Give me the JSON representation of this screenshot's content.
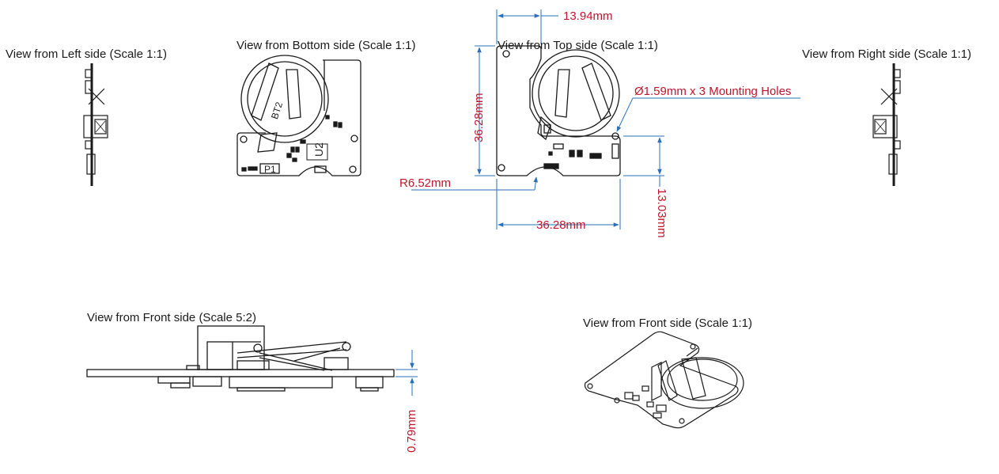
{
  "colors": {
    "line": "#1a1a1a",
    "dimension_line": "#2b6fb8",
    "dimension_text": "#c0152b",
    "label_text": "#1a1a1a"
  },
  "views": {
    "left": "View from Left side (Scale 1:1)",
    "bottom": "View from Bottom side (Scale 1:1)",
    "top": "View from Top side (Scale 1:1)",
    "right": "View from Right side (Scale 1:1)",
    "front_52": "View from Front side (Scale 5:2)",
    "front_11": "View from Front side (Scale 1:1)"
  },
  "dimensions": {
    "width_top": "13.94mm",
    "height_left": "36.28mm",
    "holes": "Ø1.59mm x 3 Mounting Holes",
    "radius": "R6.52mm",
    "width_bottom": "36.28mm",
    "height_right": "13.03mm",
    "thickness": "0.79mm"
  },
  "components": {
    "battery": "BT2",
    "chip": "U2",
    "connector": "P1"
  }
}
